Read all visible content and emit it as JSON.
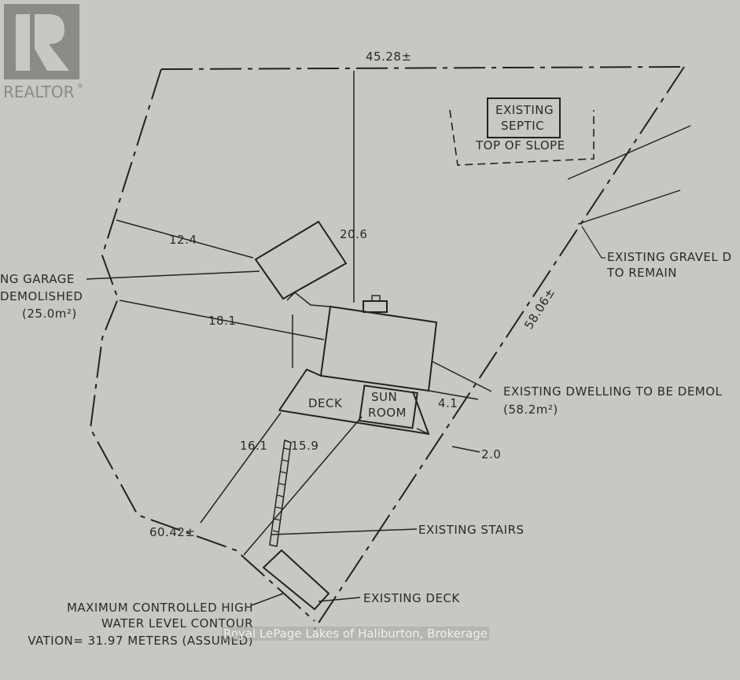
{
  "logo": {
    "text": "REALTOR",
    "mark": "®"
  },
  "watermark": "Royal LePage Lakes of Haliburton, Brokerage",
  "dimensions": {
    "top": "45.28±",
    "right": "58.06±",
    "bottom": "60.42±",
    "setback_garage": "12.4",
    "setback_north": "20.6",
    "setback_west": "18.1",
    "setback_east": "4.1",
    "setback_east_deck": "2.0",
    "setback_water_1": "16.1",
    "setback_water_2": "15.9"
  },
  "labels": {
    "septic_1": "EXISTING",
    "septic_2": "SEPTIC",
    "top_of_slope": "TOP OF SLOPE",
    "gravel_1": "EXISTING GRAVEL D",
    "gravel_2": "TO REMAIN",
    "garage_1": "NG GARAGE",
    "garage_2": "DEMOLISHED",
    "garage_3": "(25.0m²)",
    "dwelling_1": "EXISTING DWELLING TO BE DEMOL",
    "dwelling_2": "(58.2m²)",
    "deck": "DECK",
    "sun": "SUN",
    "room": "ROOM",
    "stairs": "EXISTING STAIRS",
    "existing_deck": "EXISTING DECK",
    "water_1": "MAXIMUM CONTROLLED HIGH",
    "water_2": "WATER LEVEL CONTOUR",
    "water_3": "VATION= 31.97 METERS (ASSUMED)"
  }
}
